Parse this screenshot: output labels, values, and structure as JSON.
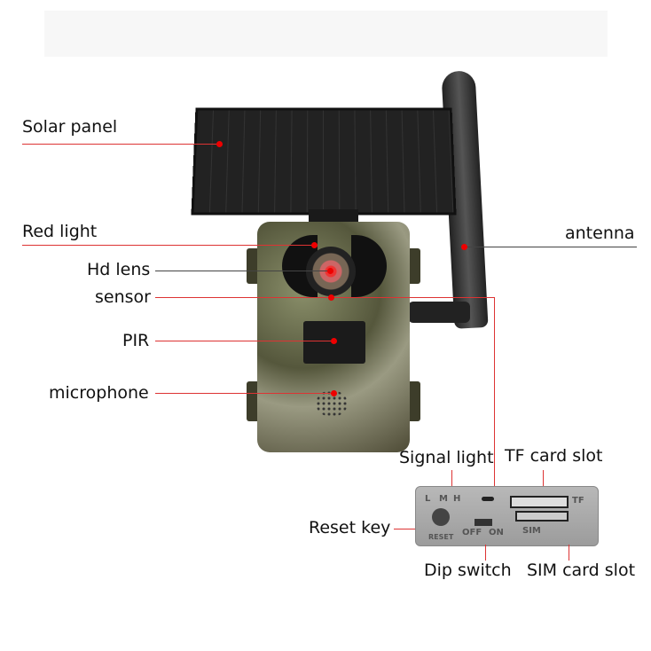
{
  "labels": {
    "solar_panel": "Solar panel",
    "red_light": "Red light",
    "hd_lens": "Hd lens",
    "sensor": "sensor",
    "pir": "PIR",
    "microphone": "microphone",
    "antenna": "antenna",
    "signal_light": "Signal light",
    "tf_card_slot": "TF card slot",
    "reset_key": "Reset key",
    "dip_switch": "Dip switch",
    "sim_card_slot": "SIM card slot"
  },
  "panel_text": {
    "l": "L",
    "m": "M",
    "h": "H",
    "tf": "TF",
    "off": "OFF",
    "on": "ON",
    "sim": "SIM",
    "reset": "RESET"
  },
  "colors": {
    "leader_line": "#dd3333",
    "dot": "#ee0000"
  }
}
